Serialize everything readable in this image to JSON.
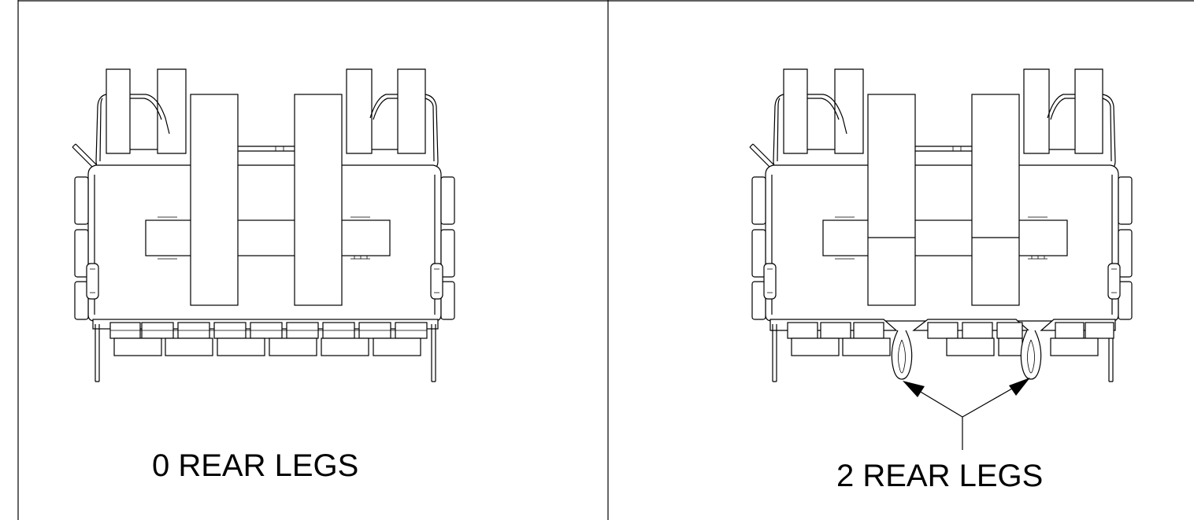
{
  "panels": [
    {
      "caption": "0 REAR LEGS",
      "rear_legs": 0
    },
    {
      "caption": "2 REAR LEGS",
      "rear_legs": 2
    }
  ],
  "colors": {
    "line": "#000000",
    "background": "#ffffff"
  }
}
